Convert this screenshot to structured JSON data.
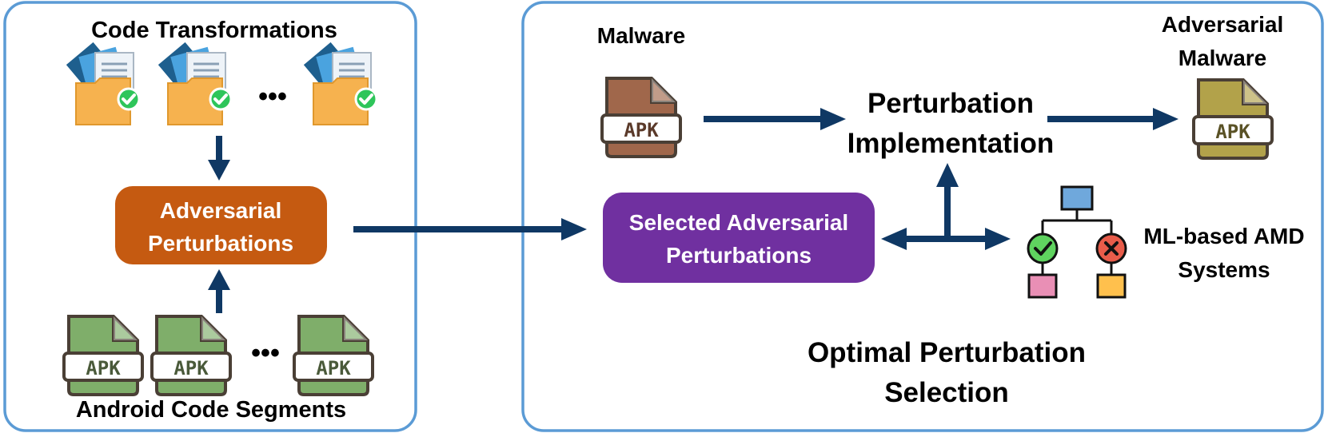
{
  "left_panel": {
    "code_transformations_label": "Code Transformations",
    "adversarial_perturbations": [
      "Adversarial",
      "Perturbations"
    ],
    "android_code_segments_label": "Android Code Segments"
  },
  "right_panel": {
    "malware_label": "Malware",
    "adversarial_malware_label": [
      "Adversarial",
      "Malware"
    ],
    "perturbation_implementation": [
      "Perturbation",
      "Implementation"
    ],
    "selected_adversarial_perturbations": [
      "Selected Adversarial",
      "Perturbations"
    ],
    "ml_amd_systems": [
      "ML-based AMD",
      "Systems"
    ],
    "optimal_selection": [
      "Optimal Perturbation",
      "Selection"
    ]
  },
  "apk_text": "APK",
  "ellipsis": "•••",
  "colors": {
    "panel_border": "#5b9bd5",
    "arrow": "#0f3864",
    "orange_box": "#c55a11",
    "purple_box": "#7030a0",
    "malware_apk": "#a0674b",
    "adversarial_apk": "#b2a24a",
    "segment_apk": "#7fae6a"
  }
}
